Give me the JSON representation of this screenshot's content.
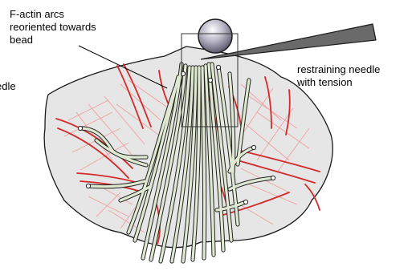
{
  "labels": {
    "actin_line1": "F-actin arcs",
    "actin_line2": "reoriented towards",
    "actin_line3": "bead",
    "needle_line1": "restraining needle",
    "needle_line2": "with tension",
    "clipped_left": "edle"
  },
  "colors": {
    "cell_fill": "#e6e6e6",
    "actin_red": "#d42a2a",
    "actin_pink": "#f0a0a0",
    "fiber_fill": "#dfe9d2",
    "fiber_stroke": "#222222",
    "needle_fill": "#6a6a6a"
  },
  "icons": {
    "bead": "bead-sphere-icon",
    "needle": "restraining-needle-icon"
  }
}
